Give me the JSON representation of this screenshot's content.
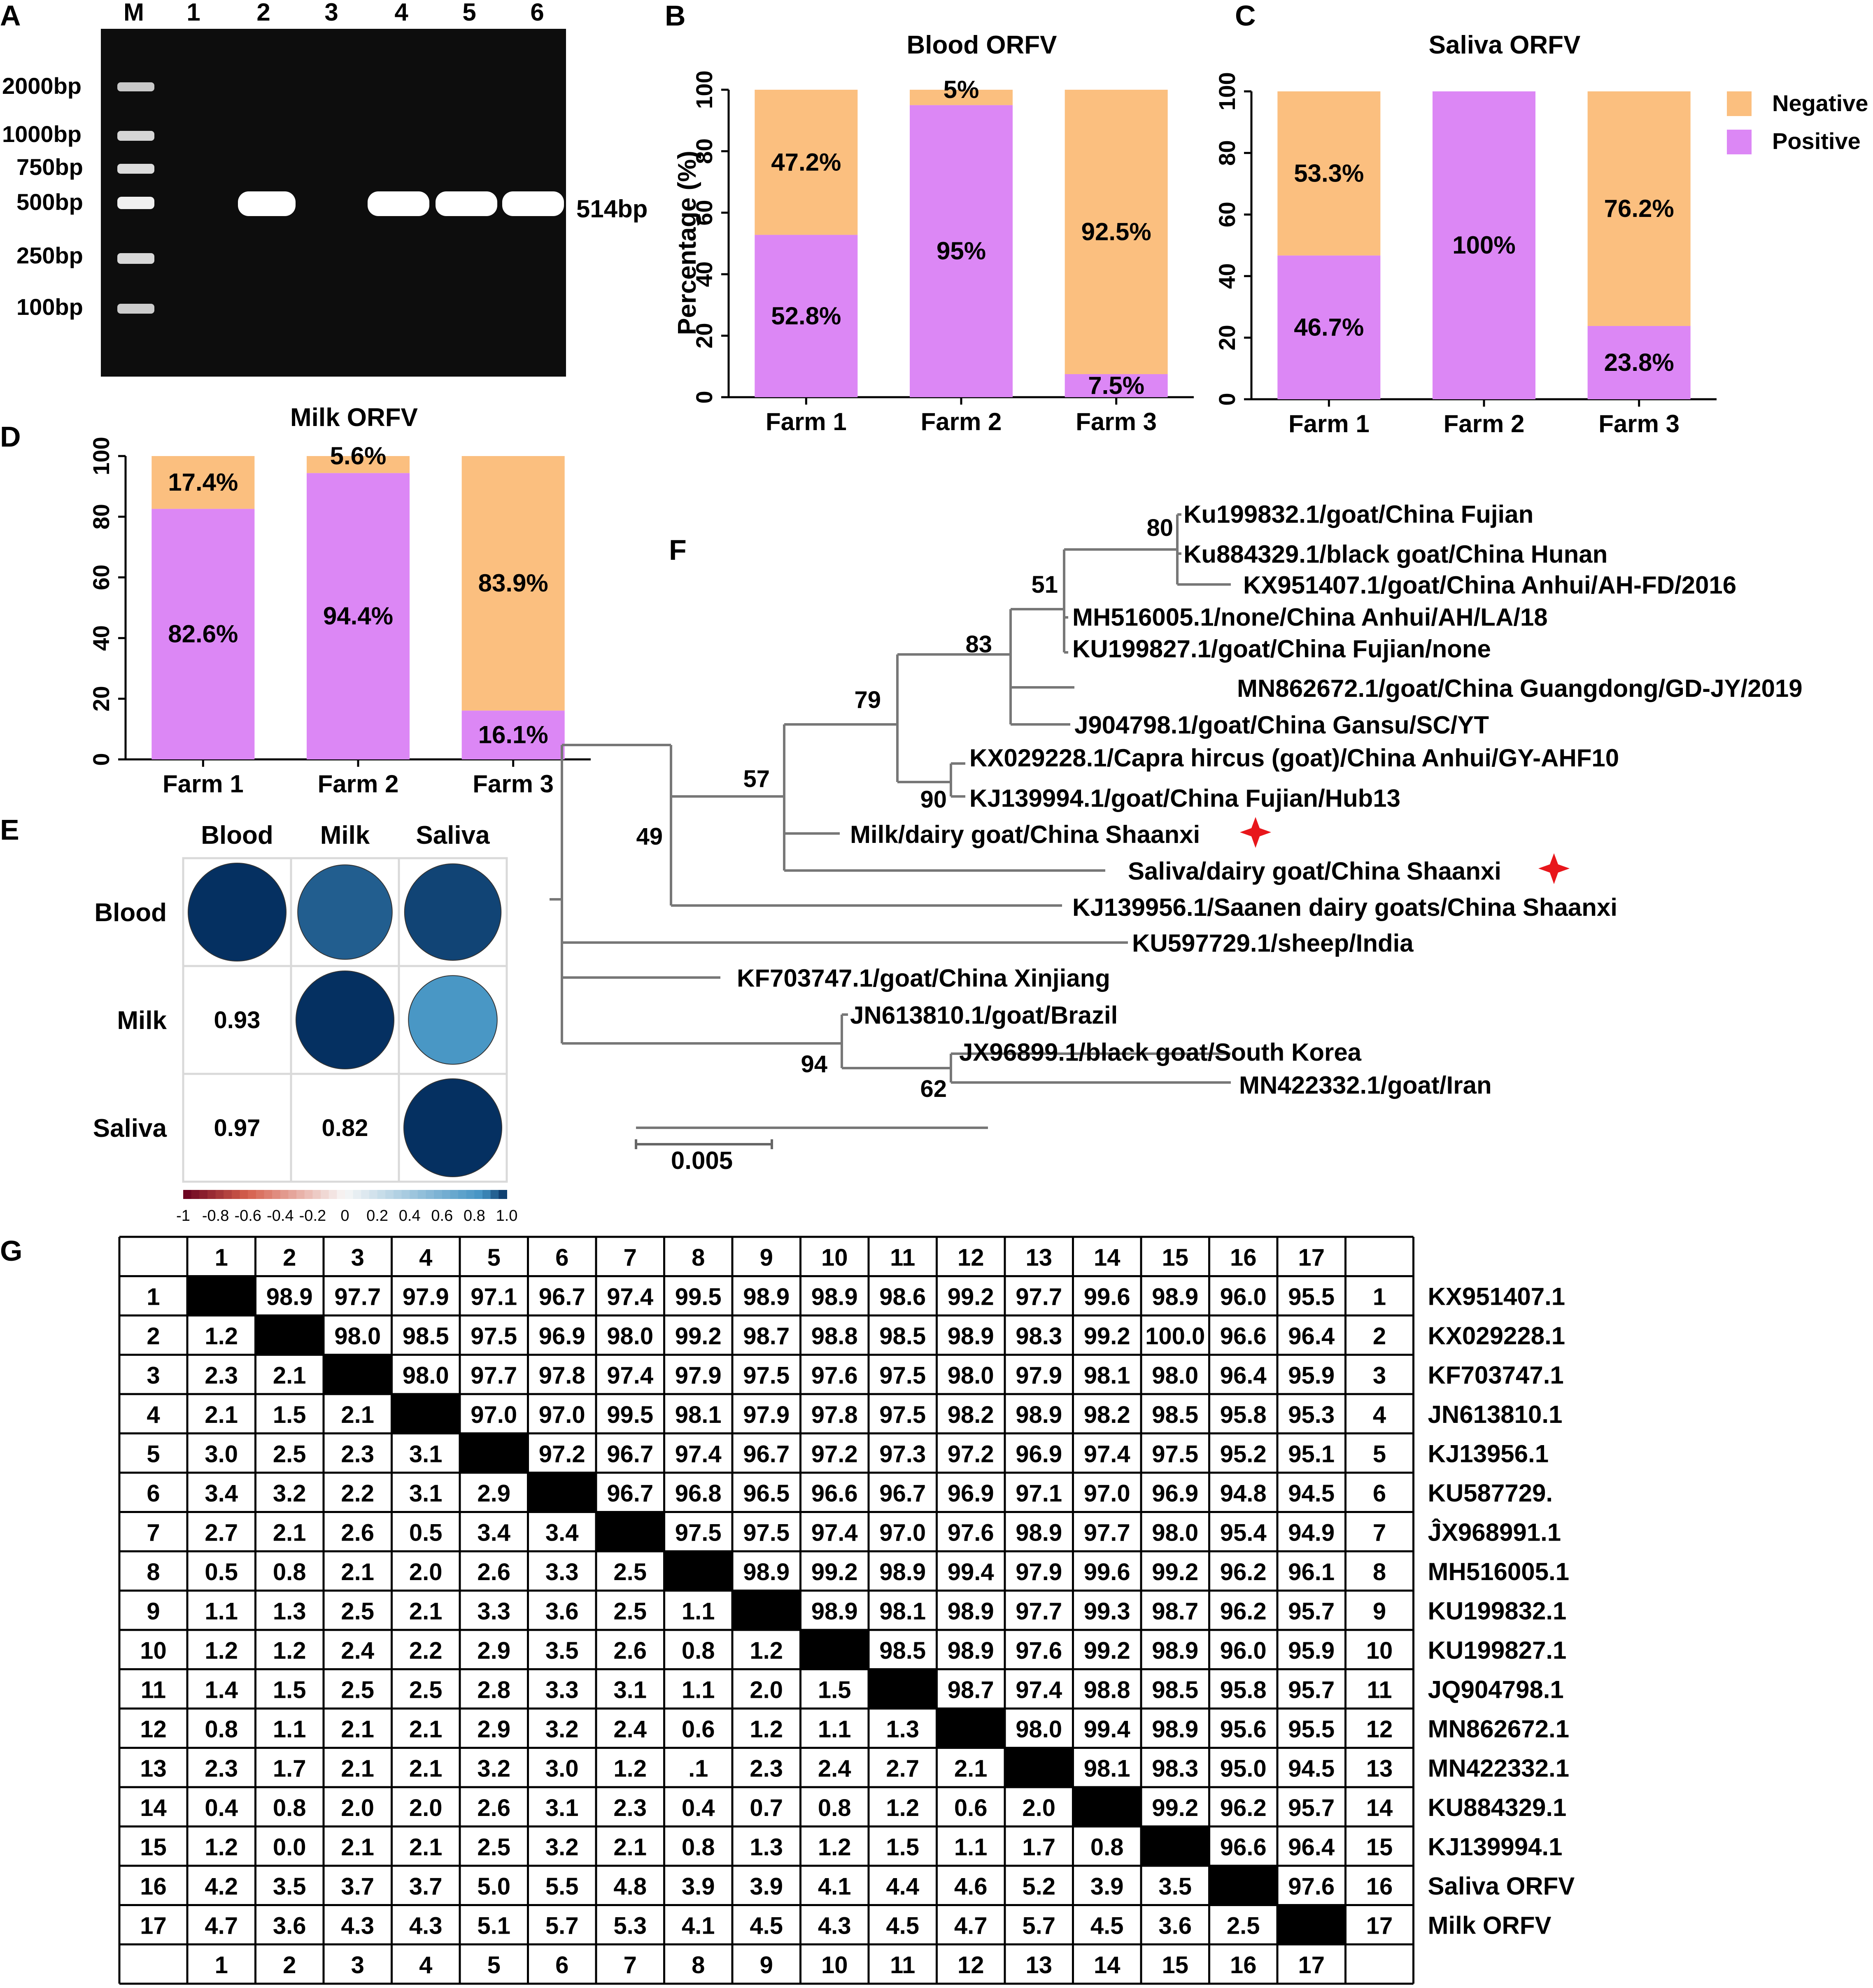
{
  "panel_letters": {
    "A": "A",
    "B": "B",
    "C": "C",
    "D": "D",
    "E": "E",
    "F": "F",
    "G": "G"
  },
  "gel": {
    "lanes": [
      "M",
      "1",
      "2",
      "3",
      "4",
      "5",
      "6"
    ],
    "ladder": [
      "2000bp",
      "1000bp",
      "750bp",
      "500bp",
      "250bp",
      "100bp"
    ],
    "product": "514bp",
    "bands_present": [
      false,
      true,
      false,
      true,
      true,
      true
    ]
  },
  "colors": {
    "negative": "#FBBF7F",
    "positive": "#DC87F5",
    "gel_bg": "#0d0d0d"
  },
  "chart_data": [
    {
      "id": "B",
      "type": "bar",
      "stacked": true,
      "title": "Blood ORFV",
      "ylabel": "Percentage (%)",
      "xlabel": "",
      "ylim": [
        0,
        100
      ],
      "yticks": [
        "0",
        "20",
        "40",
        "60",
        "80",
        "100"
      ],
      "categories": [
        "Farm 1",
        "Farm 2",
        "Farm 3"
      ],
      "series": [
        {
          "name": "Positive",
          "values": [
            52.8,
            95,
            7.5
          ],
          "labels": [
            "52.8%",
            "95%",
            "7.5%"
          ]
        },
        {
          "name": "Negative",
          "values": [
            47.2,
            5,
            92.5
          ],
          "labels": [
            "47.2%",
            "5%",
            "92.5%"
          ]
        }
      ]
    },
    {
      "id": "C",
      "type": "bar",
      "stacked": true,
      "title": "Saliva ORFV",
      "ylabel": "",
      "xlabel": "",
      "ylim": [
        0,
        100
      ],
      "yticks": [
        "0",
        "20",
        "40",
        "60",
        "80",
        "100"
      ],
      "categories": [
        "Farm 1",
        "Farm 2",
        "Farm 3"
      ],
      "legend": {
        "position": "top-right",
        "entries": [
          "Negative",
          "Positive"
        ]
      },
      "series": [
        {
          "name": "Positive",
          "values": [
            46.7,
            100,
            23.8
          ],
          "labels": [
            "46.7%",
            "100%",
            "23.8%"
          ]
        },
        {
          "name": "Negative",
          "values": [
            53.3,
            0,
            76.2
          ],
          "labels": [
            "53.3%",
            "",
            "76.2%"
          ]
        }
      ]
    },
    {
      "id": "D",
      "type": "bar",
      "stacked": true,
      "title": "Milk ORFV",
      "ylabel": "",
      "xlabel": "",
      "ylim": [
        0,
        100
      ],
      "yticks": [
        "0",
        "20",
        "40",
        "60",
        "80",
        "100"
      ],
      "categories": [
        "Farm 1",
        "Farm 2",
        "Farm 3"
      ],
      "series": [
        {
          "name": "Positive",
          "values": [
            82.6,
            94.4,
            16.1
          ],
          "labels": [
            "82.6%",
            "94.4%",
            "16.1%"
          ]
        },
        {
          "name": "Negative",
          "values": [
            17.4,
            5.6,
            83.9
          ],
          "labels": [
            "17.4%",
            "5.6%",
            "83.9%"
          ]
        }
      ]
    },
    {
      "id": "E",
      "type": "heatmap",
      "rows": [
        "Blood",
        "Milk",
        "Saliva"
      ],
      "cols": [
        "Blood",
        "Milk",
        "Saliva"
      ],
      "values": [
        [
          1.0,
          0.93,
          0.97
        ],
        [
          0.93,
          1.0,
          0.82
        ],
        [
          0.97,
          0.82,
          1.0
        ]
      ],
      "lower_labels": [
        [
          "",
          "",
          ""
        ],
        [
          "0.93",
          "",
          ""
        ],
        [
          "0.97",
          "0.82",
          ""
        ]
      ],
      "colorbar_ticks": [
        "-1",
        "-0.8",
        "-0.6",
        "-0.4",
        "-0.2",
        "0",
        "0.2",
        "0.4",
        "0.6",
        "0.8",
        "1.0"
      ],
      "colorbar_range": [
        -1,
        1
      ]
    },
    {
      "id": "G",
      "type": "table",
      "col_headers": [
        "1",
        "2",
        "3",
        "4",
        "5",
        "6",
        "7",
        "8",
        "9",
        "10",
        "11",
        "12",
        "13",
        "14",
        "15",
        "16",
        "17"
      ],
      "row_names": [
        "KX951407.1",
        "KX029228.1",
        "KF703747.1",
        "JN613810.1",
        "KJ13956.1",
        "KU587729.",
        "ĴX968991.1",
        "MH516005.1",
        "KU199832.1",
        "KU199827.1",
        "JQ904798.1",
        "MN862672.1",
        "MN422332.1",
        "KU884329.1",
        "KJ139994.1",
        "Saliva ORFV",
        "Milk ORFV"
      ],
      "rows": [
        [
          "",
          "98.9",
          "97.7",
          "97.9",
          "97.1",
          "96.7",
          "97.4",
          "99.5",
          "98.9",
          "98.9",
          "98.6",
          "99.2",
          "97.7",
          "99.6",
          "98.9",
          "96.0",
          "95.5"
        ],
        [
          "1.2",
          "",
          "98.0",
          "98.5",
          "97.5",
          "96.9",
          "98.0",
          "99.2",
          "98.7",
          "98.8",
          "98.5",
          "98.9",
          "98.3",
          "99.2",
          "100.0",
          "96.6",
          "96.4"
        ],
        [
          "2.3",
          "2.1",
          "",
          "98.0",
          "97.7",
          "97.8",
          "97.4",
          "97.9",
          "97.5",
          "97.6",
          "97.5",
          "98.0",
          "97.9",
          "98.1",
          "98.0",
          "96.4",
          "95.9"
        ],
        [
          "2.1",
          "1.5",
          "2.1",
          "",
          "97.0",
          "97.0",
          "99.5",
          "98.1",
          "97.9",
          "97.8",
          "97.5",
          "98.2",
          "98.9",
          "98.2",
          "98.5",
          "95.8",
          "95.3"
        ],
        [
          "3.0",
          "2.5",
          "2.3",
          "3.1",
          "",
          "97.2",
          "96.7",
          "97.4",
          "96.7",
          "97.2",
          "97.3",
          "97.2",
          "96.9",
          "97.4",
          "97.5",
          "95.2",
          "95.1"
        ],
        [
          "3.4",
          "3.2",
          "2.2",
          "3.1",
          "2.9",
          "",
          "96.7",
          "96.8",
          "96.5",
          "96.6",
          "96.7",
          "96.9",
          "97.1",
          "97.0",
          "96.9",
          "94.8",
          "94.5"
        ],
        [
          "2.7",
          "2.1",
          "2.6",
          "0.5",
          "3.4",
          "3.4",
          "",
          "97.5",
          "97.5",
          "97.4",
          "97.0",
          "97.6",
          "98.9",
          "97.7",
          "98.0",
          "95.4",
          "94.9"
        ],
        [
          "0.5",
          "0.8",
          "2.1",
          "2.0",
          "2.6",
          "3.3",
          "2.5",
          "",
          "98.9",
          "99.2",
          "98.9",
          "99.4",
          "97.9",
          "99.6",
          "99.2",
          "96.2",
          "96.1"
        ],
        [
          "1.1",
          "1.3",
          "2.5",
          "2.1",
          "3.3",
          "3.6",
          "2.5",
          "1.1",
          "",
          "98.9",
          "98.1",
          "98.9",
          "97.7",
          "99.3",
          "98.7",
          "96.2",
          "95.7"
        ],
        [
          "1.2",
          "1.2",
          "2.4",
          "2.2",
          "2.9",
          "3.5",
          "2.6",
          "0.8",
          "1.2",
          "",
          "98.5",
          "98.9",
          "97.6",
          "99.2",
          "98.9",
          "96.0",
          "95.9"
        ],
        [
          "1.4",
          "1.5",
          "2.5",
          "2.5",
          "2.8",
          "3.3",
          "3.1",
          "1.1",
          "2.0",
          "1.5",
          "",
          "98.7",
          "97.4",
          "98.8",
          "98.5",
          "95.8",
          "95.7"
        ],
        [
          "0.8",
          "1.1",
          "2.1",
          "2.1",
          "2.9",
          "3.2",
          "2.4",
          "0.6",
          "1.2",
          "1.1",
          "1.3",
          "",
          "98.0",
          "99.4",
          "98.9",
          "95.6",
          "95.5"
        ],
        [
          "2.3",
          "1.7",
          "2.1",
          "2.1",
          "3.2",
          "3.0",
          "1.2",
          ".1",
          "2.3",
          "2.4",
          "2.7",
          "2.1",
          "",
          "98.1",
          "98.3",
          "95.0",
          "94.5"
        ],
        [
          "0.4",
          "0.8",
          "2.0",
          "2.0",
          "2.6",
          "3.1",
          "2.3",
          "0.4",
          "0.7",
          "0.8",
          "1.2",
          "0.6",
          "2.0",
          "",
          "99.2",
          "96.2",
          "95.7"
        ],
        [
          "1.2",
          "0.0",
          "2.1",
          "2.1",
          "2.5",
          "3.2",
          "2.1",
          "0.8",
          "1.3",
          "1.2",
          "1.5",
          "1.1",
          "1.7",
          "0.8",
          "",
          "96.6",
          "96.4"
        ],
        [
          "4.2",
          "3.5",
          "3.7",
          "3.7",
          "5.0",
          "5.5",
          "4.8",
          "3.9",
          "3.9",
          "4.1",
          "4.4",
          "4.6",
          "5.2",
          "3.9",
          "3.5",
          "",
          "97.6"
        ],
        [
          "4.7",
          "3.6",
          "4.3",
          "4.3",
          "5.1",
          "5.7",
          "5.3",
          "4.1",
          "4.5",
          "4.3",
          "4.5",
          "4.7",
          "5.7",
          "4.5",
          "3.6",
          "2.5",
          ""
        ]
      ]
    }
  ],
  "tree": {
    "scale_label": "0.005",
    "leaves": [
      "Ku199832.1/goat/China Fujian",
      "Ku884329.1/black goat/China Hunan",
      "KX951407.1/goat/China Anhui/AH-FD/2016",
      "MH516005.1/none/China Anhui/AH/LA/18",
      "KU199827.1/goat/China Fujian/none",
      "MN862672.1/goat/China Guangdong/GD-JY/2019",
      "J904798.1/goat/China Gansu/SC/YT",
      "KX029228.1/Capra hircus (goat)/China Anhui/GY-AHF10",
      "KJ139994.1/goat/China Fujian/Hub13",
      "Milk/dairy goat/China Shaanxi",
      "Saliva/dairy goat/China Shaanxi",
      "KJ139956.1/Saanen dairy goats/China Shaanxi",
      "KU597729.1/sheep/India",
      "KF703747.1/goat/China Xinjiang",
      "JN613810.1/goat/Brazil",
      "JX96899.1/black goat/South Korea",
      "MN422332.1/goat/Iran"
    ],
    "bootstrap": [
      "80",
      "51",
      "83",
      "79",
      "90",
      "57",
      "49",
      "94",
      "62"
    ],
    "marker_color": "#e8161b"
  }
}
